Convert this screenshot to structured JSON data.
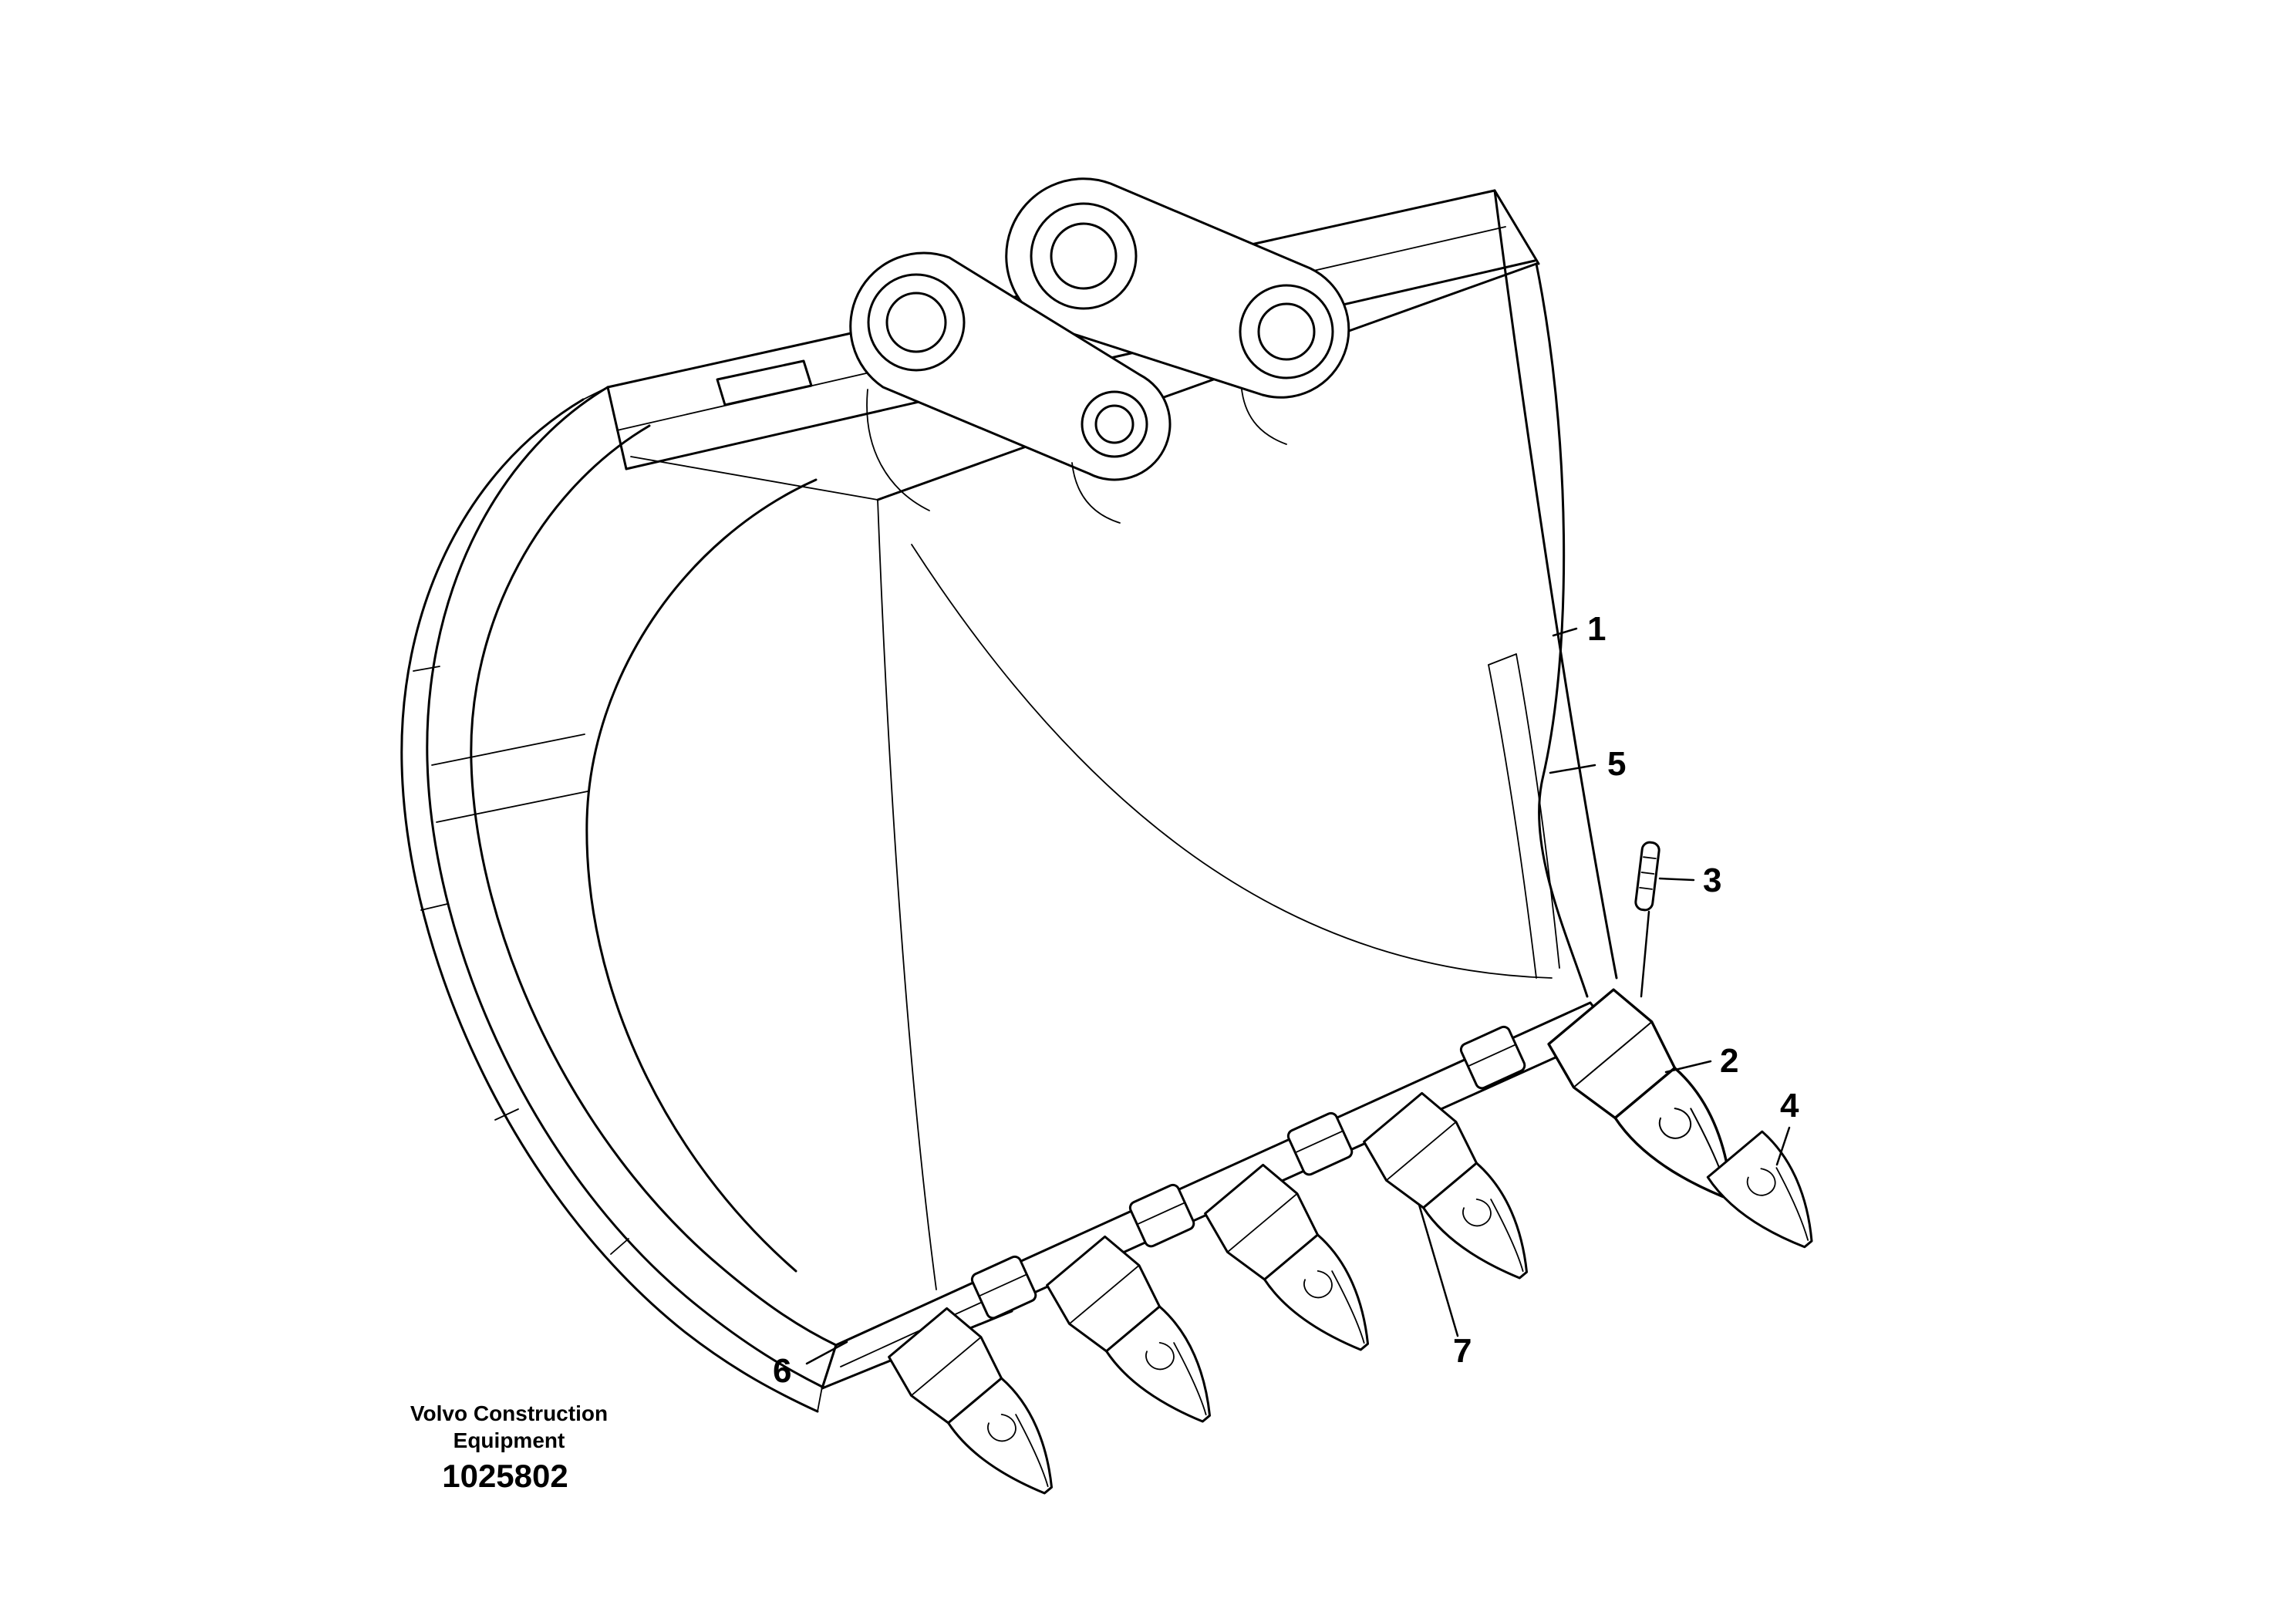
{
  "page": {
    "background_color": "#ffffff",
    "ink_color": "#000000"
  },
  "figure": {
    "type": "parts-diagram",
    "subject": "excavator-bucket-with-teeth",
    "callouts": [
      {
        "label": "1"
      },
      {
        "label": "2"
      },
      {
        "label": "3"
      },
      {
        "label": "4"
      },
      {
        "label": "5"
      },
      {
        "label": "6"
      },
      {
        "label": "7"
      }
    ]
  },
  "footer": {
    "brand_line1": "Volvo Construction",
    "brand_line2": "Equipment",
    "document_number": "1025802"
  }
}
